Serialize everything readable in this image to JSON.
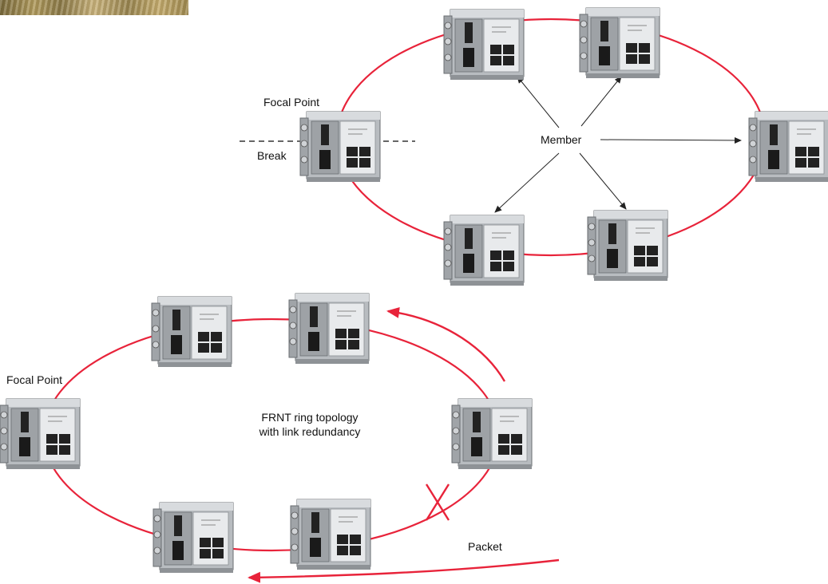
{
  "top_diagram": {
    "focal_point_label": "Focal Point",
    "break_label": "Break",
    "member_label": "Member"
  },
  "bottom_diagram": {
    "focal_point_label": "Focal Point",
    "center_caption_line1": "FRNT ring topology",
    "center_caption_line2": "with link redundancy",
    "packet_label": "Packet"
  },
  "colors": {
    "ring": "#e8233a",
    "arrow": "#222222",
    "break_line": "#333333"
  }
}
